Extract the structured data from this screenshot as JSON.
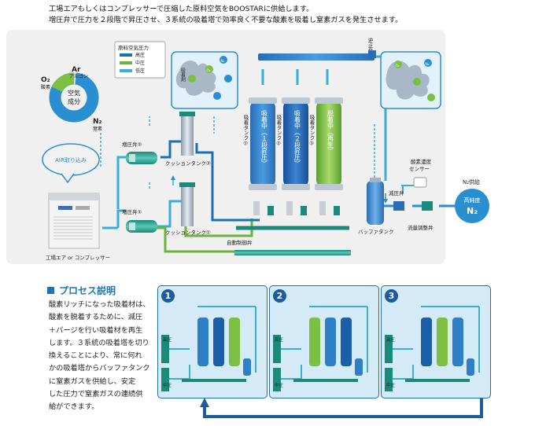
{
  "intro": {
    "line1": "工場エアもしくはコンプレッサーで圧縮した原料空気をBOOSTARに供給します。",
    "line2": "増圧弁で圧力を２段階で昇圧させ、３系統の吸着塔で効率良く不要な酸素を吸着し窒素ガスを発生させます。"
  },
  "donut": {
    "center_line1": "空気",
    "center_line2": "成分",
    "ar_symbol": "Ar",
    "ar_name": "アルゴン",
    "o2_symbol": "O₂",
    "o2_name": "酸素",
    "n2_symbol": "N₂",
    "n2_name": "窒素",
    "colors": {
      "n2": "#2a8fd0",
      "o2": "#7bc043",
      "ar": "#d8d8d8"
    }
  },
  "legend": {
    "title": "原料空気圧力",
    "items": [
      {
        "label": "高圧",
        "color": "#1c6fb5"
      },
      {
        "label": "中圧",
        "color": "#6bb33a"
      },
      {
        "label": "低圧",
        "color": "#3aaed8"
      }
    ]
  },
  "diagram": {
    "air_intake": "AIR取り込み",
    "compressor": "工場エア or コンプレッサー",
    "booster1": "増圧弁①",
    "booster2": "増圧弁②",
    "cushion1": "クッションタンク①",
    "cushion2": "クッションタンク②",
    "check_valve": "逆止弁",
    "adsorb_label": "吸着剤",
    "towers": [
      {
        "status": "吸着中（１段昇圧）",
        "name": "吸着タンク①",
        "color": "#2e7fc4"
      },
      {
        "status": "吸着中（２段昇圧）",
        "name": "吸着タンク②",
        "color": "#1c5fa8"
      },
      {
        "status": "脱着中（再生）",
        "name": "吸着タンク③",
        "color": "#7bc043"
      }
    ],
    "auto_valve": "自動制御弁",
    "buffer_tank": "バッファタンク",
    "pressure_valve": "減圧弁",
    "o2_sensor": "酸素濃度\nセンサー",
    "o2_sensor_l1": "酸素濃度",
    "o2_sensor_l2": "センサー",
    "flow_valve": "流量調整弁",
    "n2_supply": "N₂供給",
    "purity_label": "高純度",
    "purity_symbol": "N₂",
    "bubble_o2": "O₂",
    "bubble_n2": "N₂"
  },
  "process": {
    "title": "プロセス説明",
    "lines": [
      "酸素リッチになった吸着材は、",
      "酸素を脱着するために、減圧",
      "＋パージを行い吸着材を再生",
      "します。３系統の吸着塔を切り",
      "換えることにより、常に何れ",
      "かの吸着塔からバッファタンク",
      "に窒素ガスを供給し、安定",
      "した圧力で窒素ガスの連続供",
      "給ができます。"
    ],
    "steps": [
      "1",
      "2",
      "3"
    ],
    "mini_high": "高圧",
    "mini_mid": "中圧"
  }
}
